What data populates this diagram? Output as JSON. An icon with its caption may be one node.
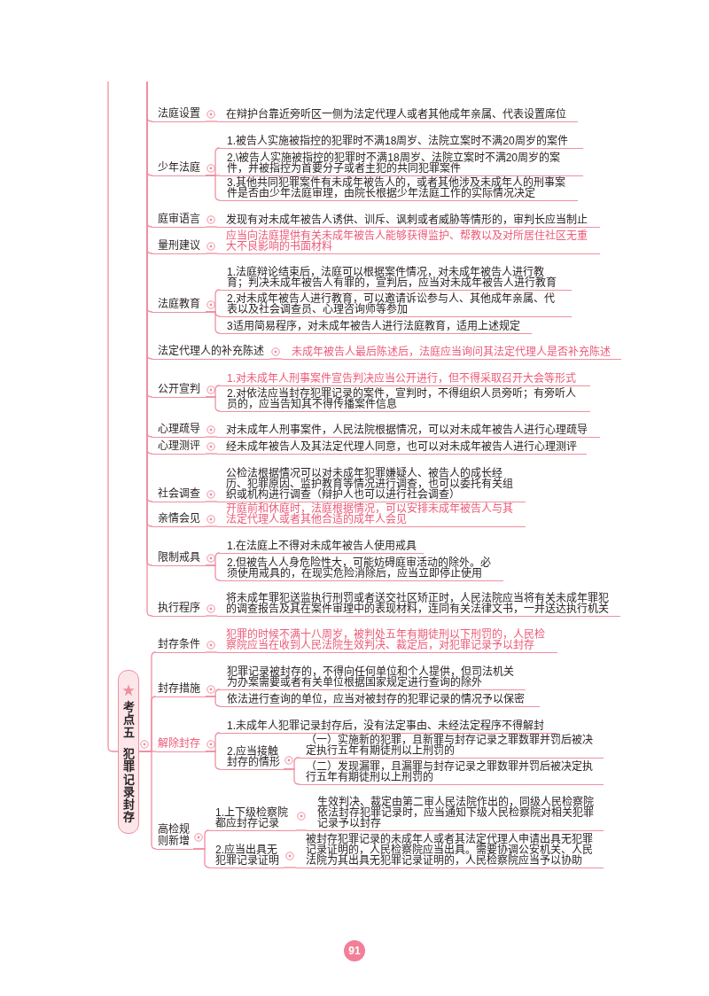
{
  "diagram": {
    "nodes": [
      {
        "text": [
          "法庭设置"
        ]
      },
      {
        "text": [
          "在辩护台靠近旁听区一侧为法定代理人或者其他成年亲属、代表设置席位"
        ]
      },
      {
        "text": [
          "少年法庭"
        ]
      },
      {
        "text": [
          "1.被告人实施被指控的犯罪时不满18周岁、法院立案时不满20周岁的案件"
        ]
      },
      {
        "text": [
          "2.\\被告人实施被指控的犯罪时不满18周岁、法院立案时不满20周岁的案件，并被指控为首要分子或者主犯的共同犯罪案件"
        ]
      },
      {
        "text": [
          "3.其他共同犯罪案件有未成年被告人的，或者其他涉及未成年人的刑事案件是否由少年法庭审理，由院长根据少年法庭工作的实际情况决定"
        ]
      },
      {
        "text": [
          "庭审语言"
        ]
      },
      {
        "text": [
          "发现有对未成年被告人诱供、训斥、讽刺或者威胁等情形的，审判长应当制止"
        ]
      },
      {
        "text": [
          "量刑建议"
        ]
      },
      {
        "text": [
          "应当向法庭提供有关未成年被告人能够获得监护、帮教以及对所居住社区无重大不良影响的书面材料"
        ]
      },
      {
        "text": [
          "法庭教育"
        ]
      },
      {
        "text": [
          "1.法庭辩论结束后，法庭可以根据案件情况，对未成年被告人进行教育；判决未成年被告人有罪的，宣判后，应当对未成年被告人进行教育"
        ]
      },
      {
        "text": [
          "2.对未成年被告人进行教育，可以邀请诉讼参与人、其他成年亲属、代表以及社会调查员、心理咨询师等参加"
        ]
      },
      {
        "text": [
          "3适用简易程序，对未成年被告人进行法庭教育，适用上述规定"
        ]
      },
      {
        "text": [
          "法定代理人的补充陈述"
        ]
      },
      {
        "text": [
          "未成年被告人最后陈述后，法庭应当询问其法定代理人是否补充陈述"
        ]
      },
      {
        "text": [
          "公开宣判"
        ]
      },
      {
        "text": [
          "1.对未成年人刑事案件宣告判决应当公开进行，但不得采取召开大会等形式"
        ]
      },
      {
        "text": [
          "2.对依法应当封存犯罪记录的案件，宣判时，不得组织人员旁听；有旁听人员的，应当告知其不得传播案件信息"
        ]
      },
      {
        "text": [
          "心理疏导"
        ]
      },
      {
        "text": [
          "对未成年人刑事案件，人民法院根据情况，可以对未成年被告人进行心理疏导"
        ]
      },
      {
        "text": [
          "心理测评"
        ]
      },
      {
        "text": [
          "经未成年被告人及其法定代理人同意，也可以对未成年被告人进行心理测评"
        ]
      },
      {
        "text": [
          "社会调查"
        ]
      },
      {
        "text": [
          "公检法根据情况可以对未成年犯罪嫌疑人、被告人的成长经历、犯罪原因、监护教育等情况进行调查，也可以委托有关组织或机构进行调查（辩护人也可以进行社会调查）"
        ]
      },
      {
        "text": [
          "亲情会见"
        ]
      },
      {
        "text": [
          "开庭前和休庭时，法庭根据情况，可以安排未成年被告人与其法定代理人或者其他合适的成年人会见"
        ]
      },
      {
        "text": [
          "限制戒具"
        ]
      },
      {
        "text": [
          "1.在法庭上不得对未成年被告人使用戒具"
        ]
      },
      {
        "text": [
          "2.但被告人人身危险性大，可能妨碍庭审活动的除外。必须使用戒具的，在现实危险消除后，应当立即停止使用"
        ]
      },
      {
        "text": [
          "执行程序"
        ]
      },
      {
        "text": [
          "将未成年罪犯送监执行刑罚或者送交社区矫正时，人民法院应当将有关未成年罪犯的调查报告及其在案件审理中的表现材料，连同有关法律文书，一并送达执行机关"
        ]
      },
      {
        "text": [
          "考点五",
          "犯罪记录封存"
        ]
      },
      {
        "text": [
          "封存条件"
        ]
      },
      {
        "text": [
          "犯罪的时候不满十八周岁，被判处五年有期徒刑以下刑罚的，人民检察院应当在收到人民法院生效判决、裁定后，对犯罪记录予以封存"
        ]
      },
      {
        "text": [
          "封存措施"
        ]
      },
      {
        "text": [
          "犯罪记录被封存的，不得向任何单位和个人提供，但司法机关为办案需要或者有关单位根据国家规定进行查询的除外"
        ]
      },
      {
        "text": [
          "依法进行查询的单位，应当对被封存的犯罪记录的情况予以保密"
        ]
      },
      {
        "text": [
          "解除封存"
        ]
      },
      {
        "text": [
          "1.未成年人犯罪记录封存后，没有法定事由、未经法定程序不得解封"
        ]
      },
      {
        "text": [
          "2.应当接触封存的情形"
        ]
      },
      {
        "text": [
          "（一）实施新的犯罪，且新罪与封存记录之罪数罪并罚后被决定执行五年有期徒刑以上刑罚的"
        ]
      },
      {
        "text": [
          "（二）发现漏罪，且漏罪与封存记录之罪数罪并罚后被决定执行五年有期徒刑以上刑罚的"
        ]
      },
      {
        "text": [
          "高检规则新增"
        ]
      },
      {
        "text": [
          "1.上下级检察院都应封存记录"
        ]
      },
      {
        "text": [
          "生效判决、裁定由第二审人民法院作出的，同级人民检察院依法封存犯罪记录时，应当通知下级人民检察院对相关犯罪记录予以封存"
        ]
      },
      {
        "text": [
          "2.应当出具无犯罪记录证明"
        ]
      },
      {
        "text": [
          "被封存犯罪记录的未成年人或者其法定代理人申请出具无犯罪记录证明的，人民检察院应当出具。需要协调公安机关、人民法院为其出具无犯罪记录证明的，人民检察院应当予以协助"
        ]
      }
    ],
    "edges": [
      {
        "from": null,
        "to": 0,
        "arrow": "none"
      },
      {
        "from": 0,
        "to": 1,
        "arrow": "none"
      },
      {
        "from": null,
        "to": 2,
        "arrow": "none"
      },
      {
        "from": 2,
        "to": 3,
        "arrow": "none"
      },
      {
        "from": 2,
        "to": 4,
        "arrow": "none"
      },
      {
        "from": 2,
        "to": 5,
        "arrow": "none"
      },
      {
        "from": null,
        "to": 6,
        "arrow": "none"
      },
      {
        "from": 6,
        "to": 7,
        "arrow": "none"
      },
      {
        "from": null,
        "to": 8,
        "arrow": "none"
      },
      {
        "from": 8,
        "to": 9,
        "arrow": "none"
      },
      {
        "from": null,
        "to": 10,
        "arrow": "none"
      },
      {
        "from": 10,
        "to": 11,
        "arrow": "none"
      },
      {
        "from": 10,
        "to": 12,
        "arrow": "none"
      },
      {
        "from": 10,
        "to": 13,
        "arrow": "none"
      },
      {
        "from": null,
        "to": 14,
        "arrow": "none"
      },
      {
        "from": 14,
        "to": 15,
        "arrow": "none"
      },
      {
        "from": null,
        "to": 16,
        "arrow": "none"
      },
      {
        "from": 16,
        "to": 17,
        "arrow": "none"
      },
      {
        "from": 16,
        "to": 18,
        "arrow": "none"
      },
      {
        "from": null,
        "to": 19,
        "arrow": "none"
      },
      {
        "from": 19,
        "to": 20,
        "arrow": "none"
      },
      {
        "from": null,
        "to": 21,
        "arrow": "none"
      },
      {
        "from": 21,
        "to": 22,
        "arrow": "none"
      },
      {
        "from": null,
        "to": 23,
        "arrow": "none"
      },
      {
        "from": 23,
        "to": 24,
        "arrow": "none"
      },
      {
        "from": null,
        "to": 25,
        "arrow": "none"
      },
      {
        "from": 25,
        "to": 26,
        "arrow": "none"
      },
      {
        "from": null,
        "to": 27,
        "arrow": "none"
      },
      {
        "from": 27,
        "to": 28,
        "arrow": "none"
      },
      {
        "from": 27,
        "to": 29,
        "arrow": "none"
      },
      {
        "from": null,
        "to": 30,
        "arrow": "none"
      },
      {
        "from": 30,
        "to": 31,
        "arrow": "none"
      },
      {
        "from": null,
        "to": 32,
        "arrow": "none"
      },
      {
        "from": 32,
        "to": 33,
        "arrow": "none"
      },
      {
        "from": 33,
        "to": 34,
        "arrow": "none"
      },
      {
        "from": 32,
        "to": 35,
        "arrow": "none"
      },
      {
        "from": 35,
        "to": 36,
        "arrow": "none"
      },
      {
        "from": 35,
        "to": 37,
        "arrow": "none"
      },
      {
        "from": 32,
        "to": 38,
        "arrow": "none"
      },
      {
        "from": 38,
        "to": 39,
        "arrow": "none"
      },
      {
        "from": 38,
        "to": 40,
        "arrow": "none"
      },
      {
        "from": 40,
        "to": 41,
        "arrow": "none"
      },
      {
        "from": 40,
        "to": 42,
        "arrow": "none"
      },
      {
        "from": 32,
        "to": 43,
        "arrow": "none"
      },
      {
        "from": 43,
        "to": 44,
        "arrow": "none"
      },
      {
        "from": 44,
        "to": 45,
        "arrow": "none"
      },
      {
        "from": 43,
        "to": 46,
        "arrow": "none"
      },
      {
        "from": 46,
        "to": 47,
        "arrow": "none"
      }
    ],
    "labels": [
      "91"
    ]
  }
}
